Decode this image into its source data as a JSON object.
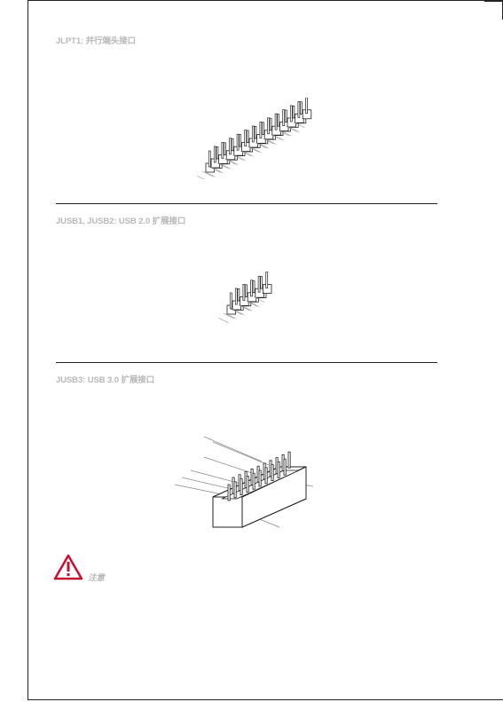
{
  "sections": [
    {
      "heading": "JLPT1: 并行端头接口"
    },
    {
      "heading": "JUSB1, JUSB2: USB 2.0 扩展接口"
    },
    {
      "heading": "JUSB3: USB 3.0 扩展接口"
    }
  ],
  "note": {
    "label": "注意",
    "icon": "warning-triangle-icon",
    "color": "#c8102e"
  },
  "colors": {
    "heading_text": "#b8b8b8",
    "rule": "#222222"
  }
}
